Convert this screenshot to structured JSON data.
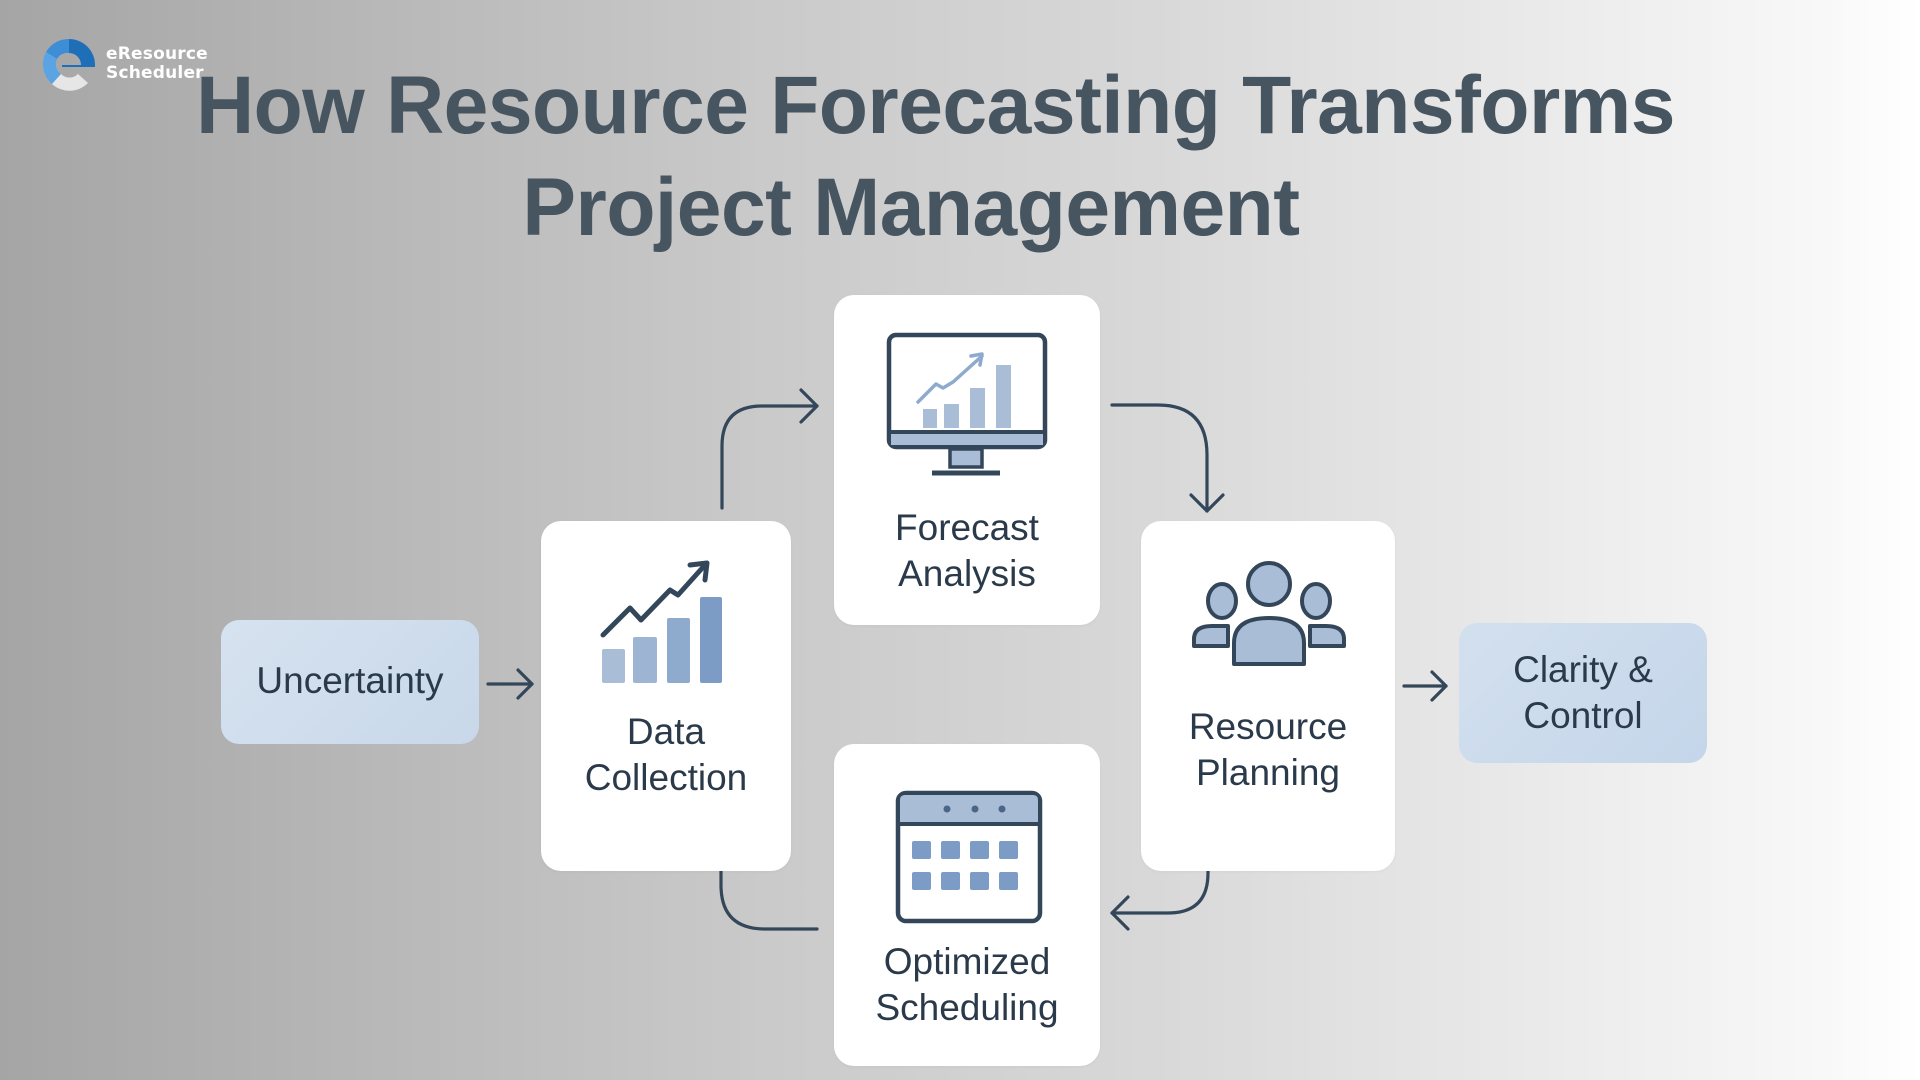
{
  "brand": {
    "logo_icon": "eresource-e-logo-icon",
    "name_line1": "eResource",
    "name_line2": "Scheduler",
    "colors": {
      "dark_blue": "#1f6fb8",
      "mid_blue": "#3e8ed6",
      "light_blue": "#6fb3ea",
      "light_gray": "#e2e2e2"
    }
  },
  "title": {
    "line1": "How Resource Forecasting Transforms",
    "line2": "Project Management",
    "color": "#46555f"
  },
  "flow": {
    "start": {
      "label": "Uncertainty",
      "fill": "#d2deec"
    },
    "end": {
      "line1": "Clarity &",
      "line2": "Control",
      "fill": "#cbdaeb"
    },
    "cycle": [
      {
        "id": "data-collection",
        "line1": "Data",
        "line2": "Collection",
        "icon": "bar-chart-trend-icon"
      },
      {
        "id": "forecast-analysis",
        "line1": "Forecast",
        "line2": "Analysis",
        "icon": "monitor-chart-icon"
      },
      {
        "id": "resource-planning",
        "line1": "Resource",
        "line2": "Planning",
        "icon": "people-group-icon"
      },
      {
        "id": "optimized-scheduling",
        "line1": "Optimized",
        "line2": "Scheduling",
        "icon": "calendar-icon"
      }
    ],
    "connections": [
      {
        "from": "Uncertainty",
        "to": "Data Collection"
      },
      {
        "from": "Data Collection",
        "to": "Forecast Analysis"
      },
      {
        "from": "Forecast Analysis",
        "to": "Resource Planning"
      },
      {
        "from": "Resource Planning",
        "to": "Optimized Scheduling"
      },
      {
        "from": "Optimized Scheduling",
        "to": "Data Collection"
      },
      {
        "from": "Resource Planning",
        "to": "Clarity & Control"
      }
    ],
    "colors": {
      "text": "#2b3a4a",
      "stroke": "#34475a",
      "icon_fill": "#7c9cc6",
      "icon_fill_light": "#a9bdd6"
    }
  }
}
